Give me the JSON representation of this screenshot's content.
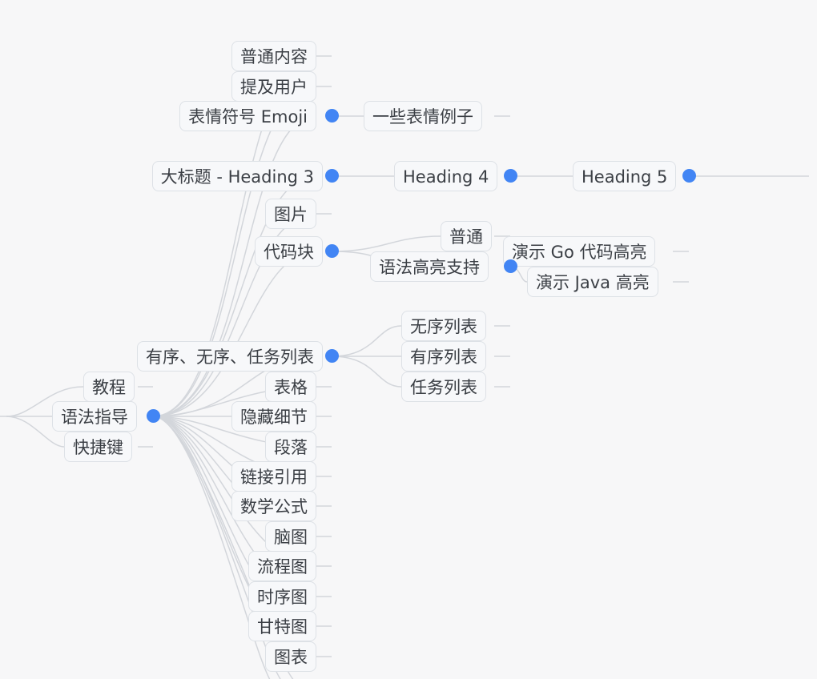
{
  "accent_color": "#4285f4",
  "edge_color": "#d3d6db",
  "nodes": {
    "putong_neirong": "普通内容",
    "tiji_yonghu": "提及用户",
    "emoji": "表情符号 Emoji",
    "emoji_examples": "一些表情例子",
    "heading3": "大标题 - Heading 3",
    "heading4": "Heading 4",
    "heading5": "Heading 5",
    "tupian": "图片",
    "daimakuai": "代码块",
    "putong": "普通",
    "yufa_gaoliang": "语法高亮支持",
    "go_demo": "演示 Go 代码高亮",
    "java_demo": "演示 Java 高亮",
    "lists": "有序、无序、任务列表",
    "unordered": "无序列表",
    "ordered": "有序列表",
    "tasks": "任务列表",
    "jiaocheng": "教程",
    "yufa_zhidao": "语法指导",
    "kuaijiejian": "快捷键",
    "biaoge": "表格",
    "yincang": "隐藏细节",
    "duanluo": "段落",
    "lianjie": "链接引用",
    "shuxue": "数学公式",
    "naotu": "脑图",
    "liucheng": "流程图",
    "shixu": "时序图",
    "gante": "甘特图",
    "tubiao": "图表"
  }
}
